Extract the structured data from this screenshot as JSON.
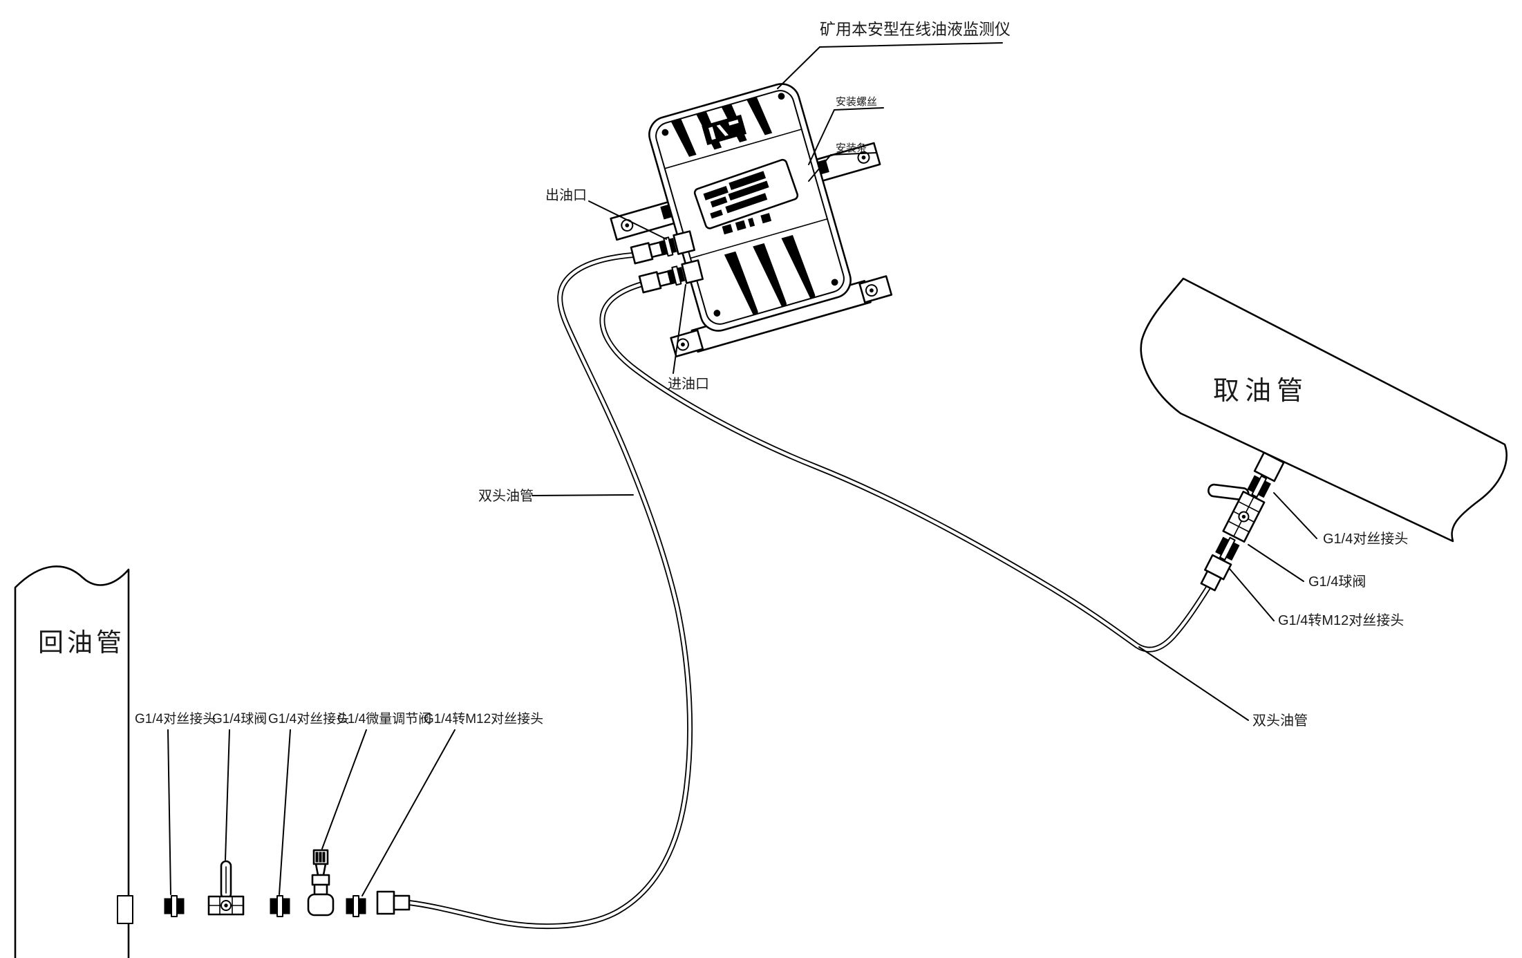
{
  "diagram": {
    "colors": {
      "line": "#000000",
      "background": "#ffffff"
    },
    "labels": {
      "title": "矿用本安型在线油液监测仪",
      "mounting_screw": "安装螺丝",
      "mounting_bar": "安装条",
      "oil_outlet": "出油口",
      "oil_inlet": "进油口",
      "hose_left": "双头油管",
      "hose_right": "双头油管",
      "intake_pipe": "取油管",
      "return_pipe": "回油管",
      "r_union": "G1/4对丝接头",
      "r_ball_valve": "G1/4球阀",
      "r_m12_union": "G1/4转M12对丝接头",
      "b_union1": "G1/4对丝接头",
      "b_ball_valve": "G1/4球阀",
      "b_union2": "G1/4对丝接头",
      "b_micro_valve": "G1/4微量调节阀",
      "b_m12_union": "G1/4转M12对丝接头"
    }
  }
}
